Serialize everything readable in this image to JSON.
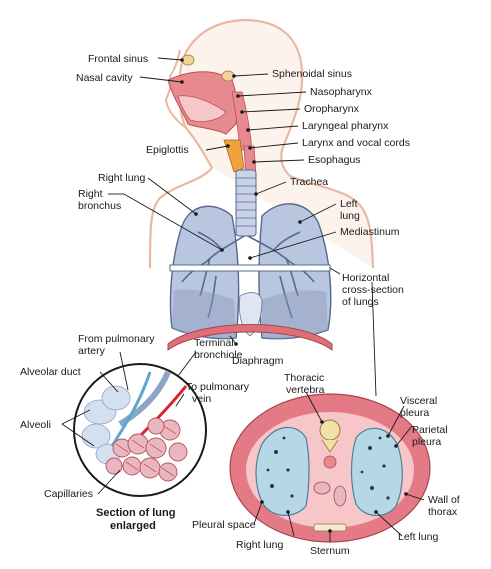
{
  "colors": {
    "skin_outline": "#e8b9a0",
    "skin_fill": "#fbe7dc",
    "lung_fill": "#b9c6e0",
    "lung_outline": "#56698f",
    "trachea": "#c9d2e6",
    "pink_tissue": "#e68a8f",
    "diaphragm": "#de6f79",
    "vessel_red": "#d8232f",
    "vessel_blue": "#5aa7d0",
    "alveoli": "#e9b7c0",
    "thorax_wall": "#e37a86",
    "thorax_light": "#f6c6c9",
    "section_lung": "#b6d8e6",
    "esophagus": "#f0a33d"
  },
  "labels": {
    "frontal_sinus": "Frontal sinus",
    "nasal_cavity": "Nasal cavity",
    "sphenoidal_sinus": "Sphenoidal sinus",
    "nasopharynx": "Nasopharynx",
    "oropharynx": "Oropharynx",
    "laryngeal_pharynx": "Laryngeal pharynx",
    "larynx": "Larynx and vocal cords",
    "epiglottis": "Epiglottis",
    "esophagus": "Esophagus",
    "right_lung": "Right lung",
    "trachea": "Trachea",
    "right_bronchus_1": "Right",
    "right_bronchus_2": "bronchus",
    "left_lung_1": "Left",
    "left_lung_2": "lung",
    "mediastinum": "Mediastinum",
    "horizontal_1": "Horizontal",
    "horizontal_2": "cross-section",
    "horizontal_3": "of lungs",
    "from_pulmonary_1": "From pulmonary",
    "from_pulmonary_2": "artery",
    "terminal_1": "Terminal",
    "terminal_2": "bronchiole",
    "alveolar_duct": "Alveolar duct",
    "diaphragm": "Diaphragm",
    "to_pulmonary_1": "To pulmonary",
    "to_pulmonary_2": "vein",
    "alveoli": "Alveoli",
    "thoracic_1": "Thoracic",
    "thoracic_2": "vertebra",
    "visceral_1": "Visceral",
    "visceral_2": "pleura",
    "parietal_1": "Parietal",
    "parietal_2": "pleura",
    "capillaries": "Capillaries",
    "section_title_1": "Section of lung",
    "section_title_2": "enlarged",
    "wall_1": "Wall of",
    "wall_2": "thorax",
    "pleural_space": "Pleural space",
    "right_lung_section": "Right lung",
    "left_lung_section": "Left lung",
    "sternum": "Sternum"
  }
}
